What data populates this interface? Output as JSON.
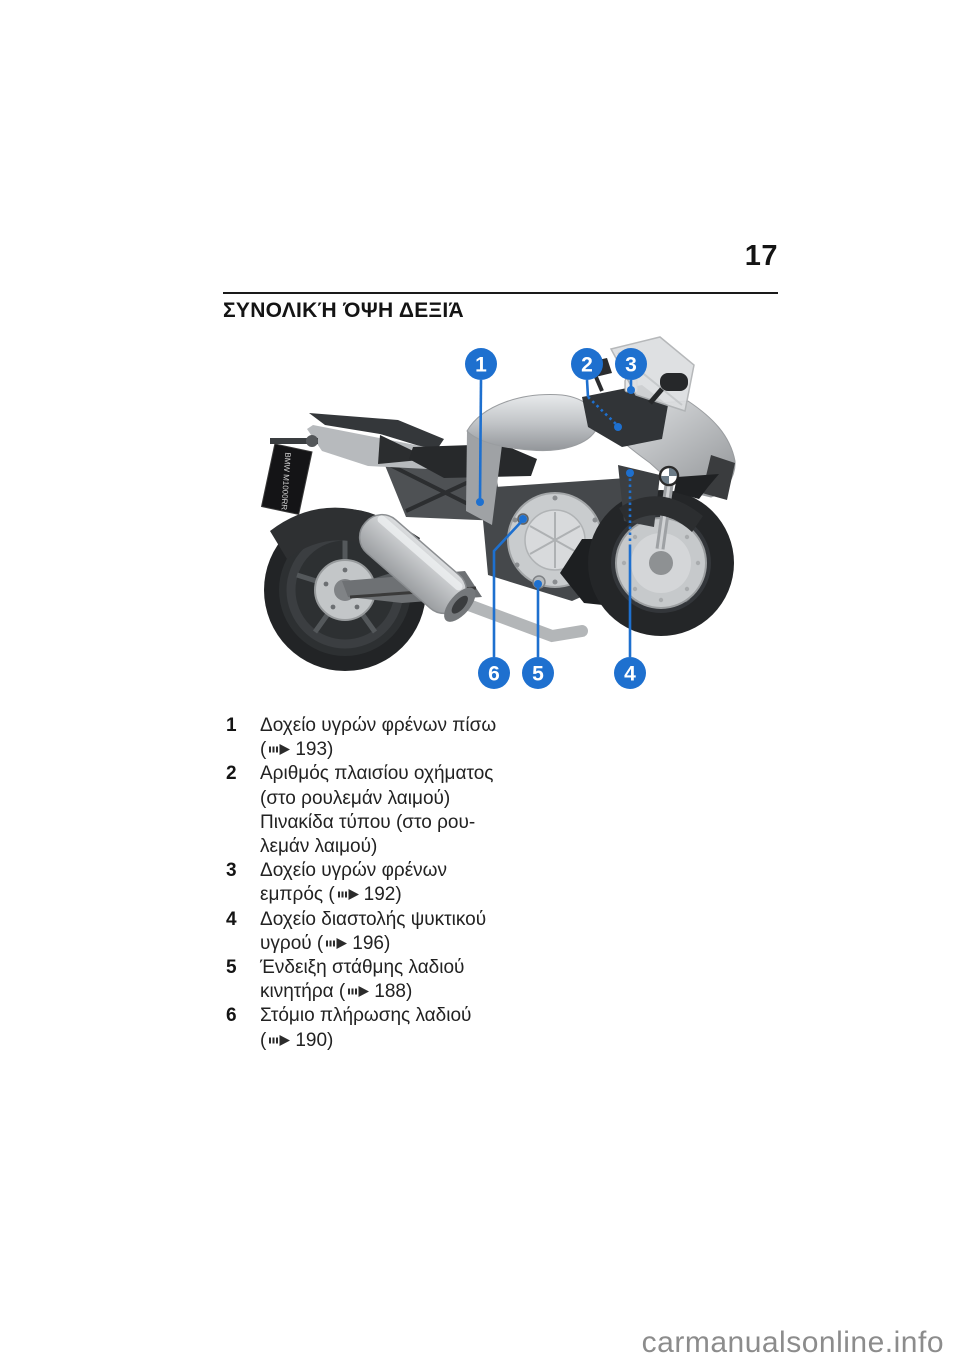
{
  "page": {
    "number": "17",
    "title": "ΣΥΝΟΛΙΚΉ ΌΨΗ ΔΕΞΙΆ",
    "watermark": "carmanualsonline.info"
  },
  "diagram": {
    "description": "Right-side overall view of sport motorcycle with numbered callouts",
    "callout_color": "#1e70cf",
    "license_plate_text": "BMW M1000RR",
    "callouts": [
      {
        "label": "1"
      },
      {
        "label": "2"
      },
      {
        "label": "3"
      },
      {
        "label": "4"
      },
      {
        "label": "5"
      },
      {
        "label": "6"
      }
    ]
  },
  "legend": {
    "items": [
      {
        "num": "1",
        "line1": "Δοχείο υγρών φρένων πίσω",
        "ref_prefix": "(",
        "page": "193",
        "ref_suffix": ")"
      },
      {
        "num": "2",
        "lines": [
          "Αριθμός πλαισίου οχήματος",
          "(στο ρουλεμάν λαιμού)",
          "Πινακίδα τύπου (στο ρου-",
          "λεμάν λαιμού)"
        ]
      },
      {
        "num": "3",
        "line1": "Δοχείο υγρών φρένων",
        "ref_prefix": "εμπρός (",
        "page": "192",
        "ref_suffix": ")"
      },
      {
        "num": "4",
        "line1": "Δοχείο διαστολής ψυκτικού",
        "ref_prefix": "υγρού (",
        "page": "196",
        "ref_suffix": ")"
      },
      {
        "num": "5",
        "line1": "Ένδειξη στάθμης λαδιού",
        "ref_prefix": "κινητήρα (",
        "page": "188",
        "ref_suffix": ")"
      },
      {
        "num": "6",
        "line1": "Στόμιο πλήρωσης λαδιού",
        "ref_prefix": "(",
        "page": "190",
        "ref_suffix": ")"
      }
    ]
  }
}
